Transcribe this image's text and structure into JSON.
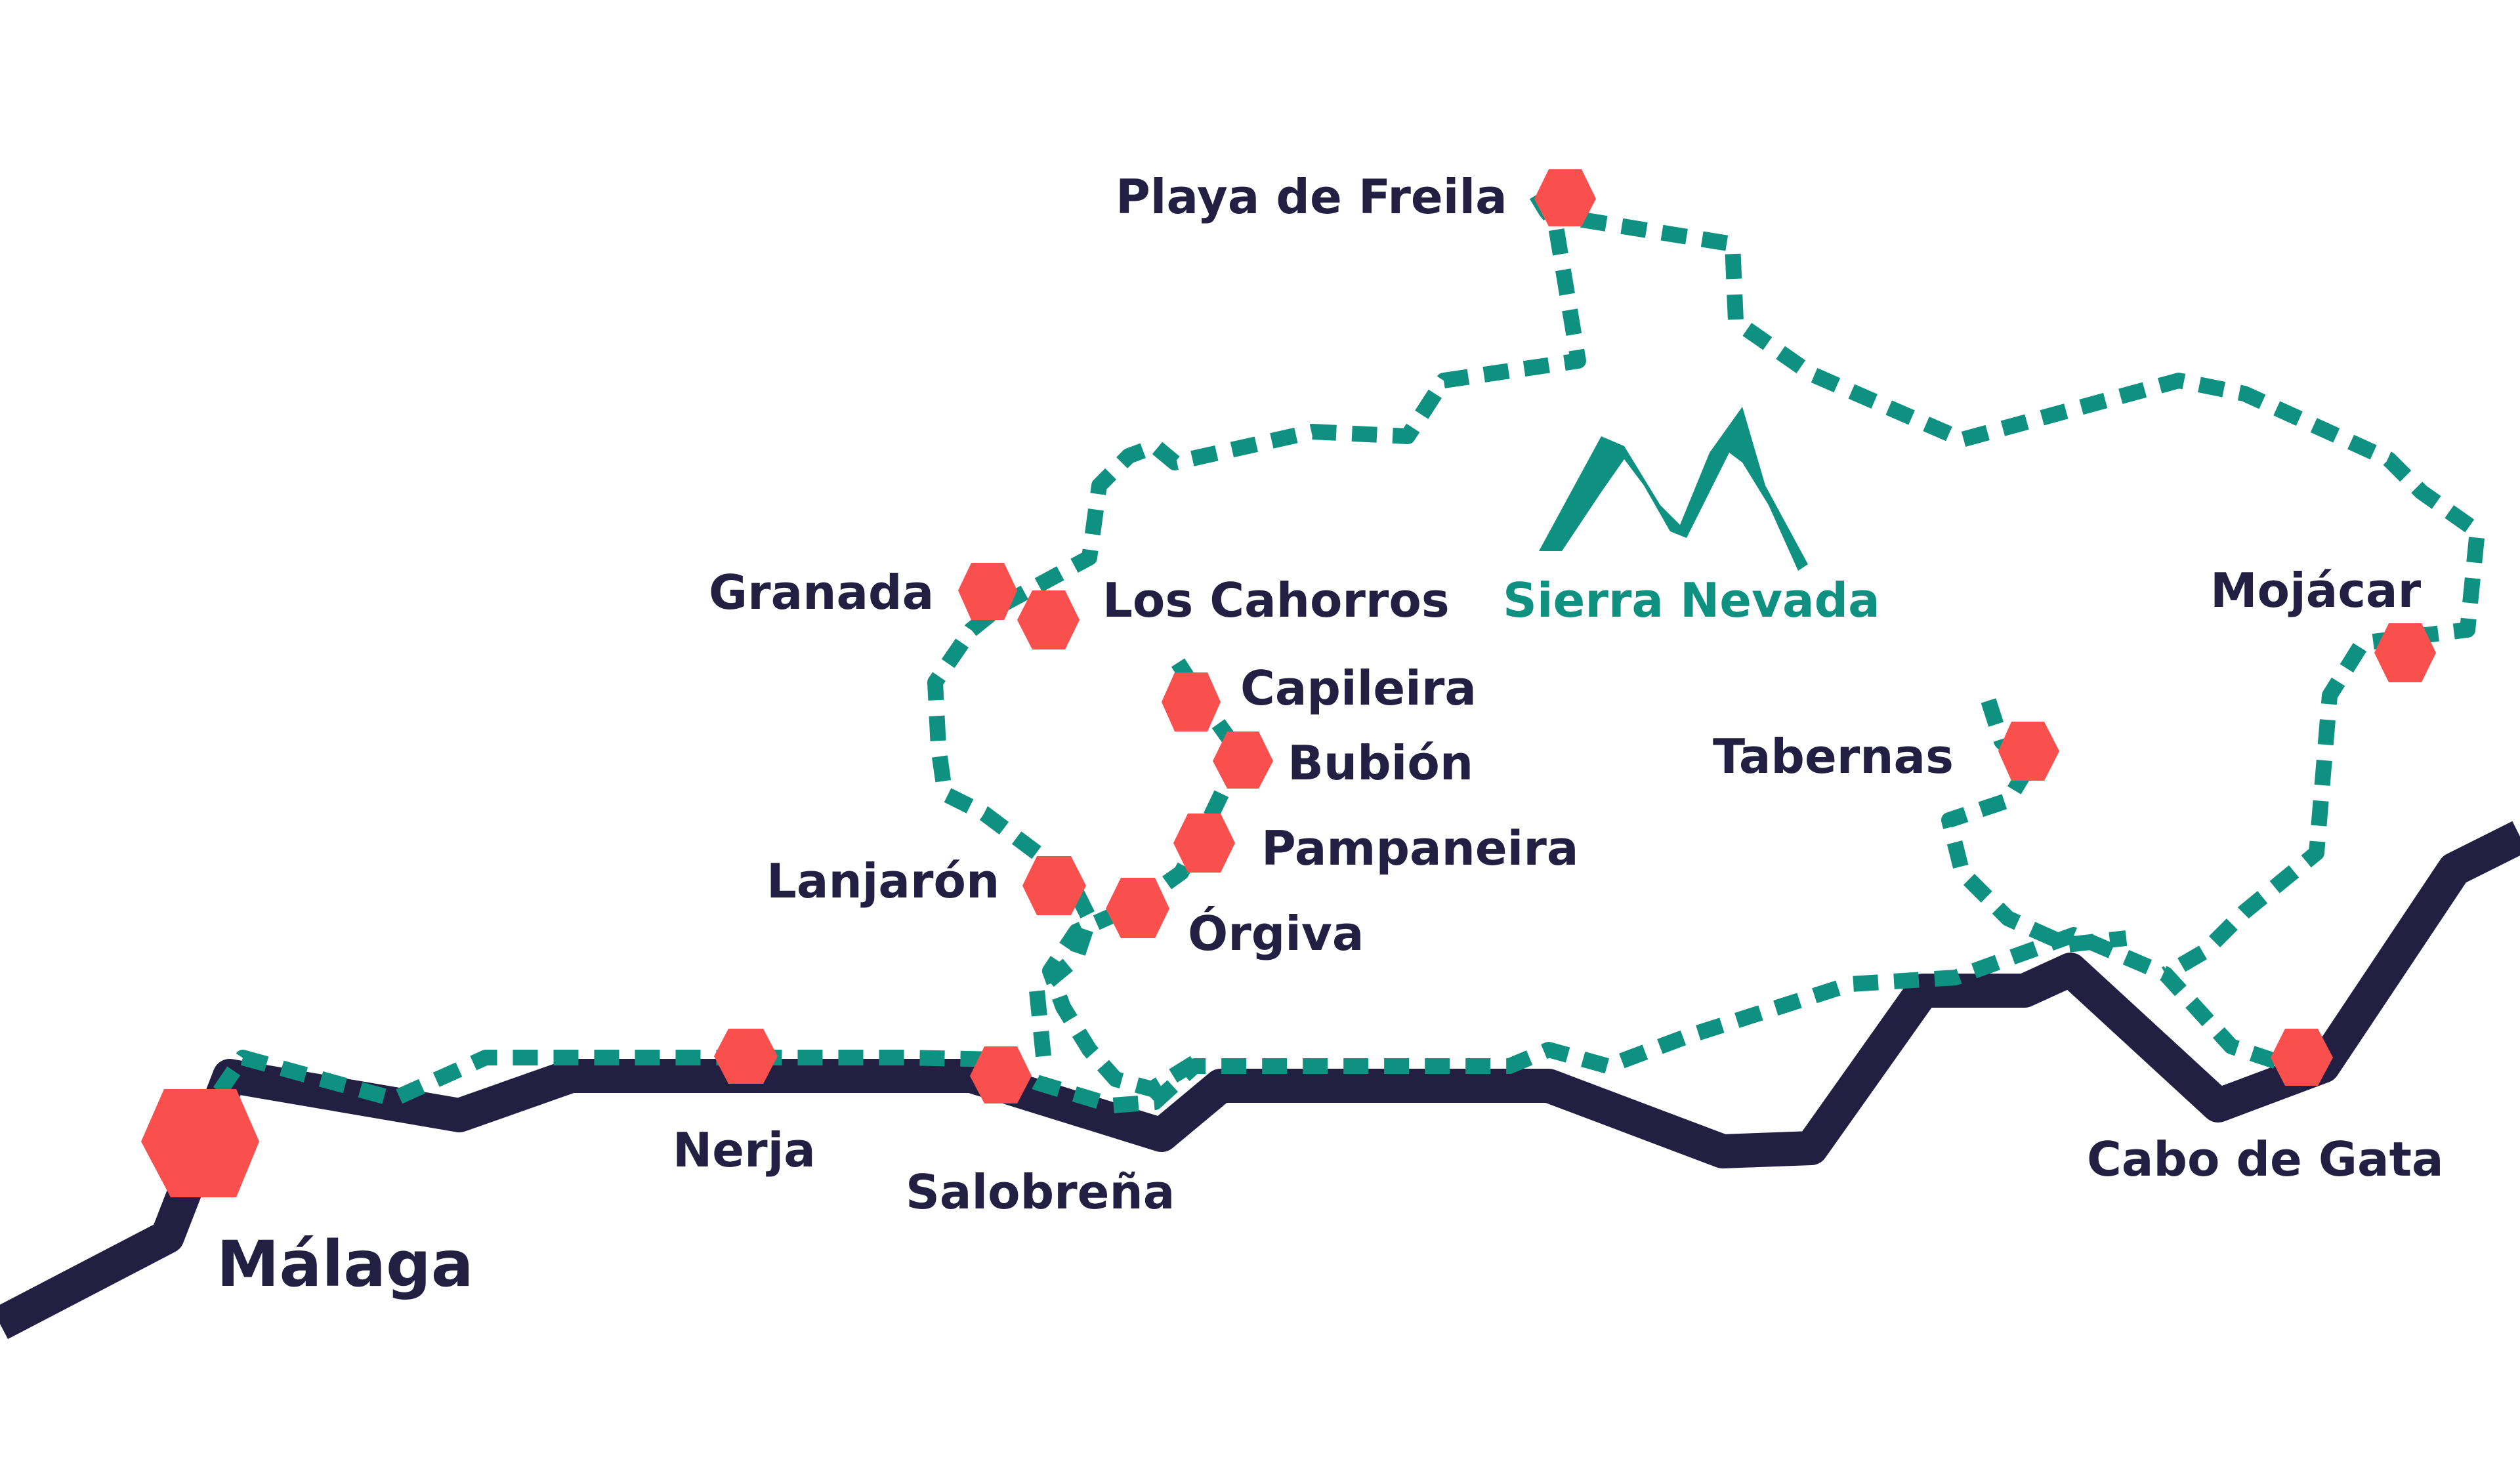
{
  "colors": {
    "coast": "#231f42",
    "route": "#0f9182",
    "marker": "#f9504d",
    "background": "#ffffff"
  },
  "region": {
    "name": "Sierra Nevada",
    "icon": "mountain-icon"
  },
  "places": {
    "malaga": "Málaga",
    "nerja": "Nerja",
    "salobrena": "Salobreña",
    "granada": "Granada",
    "los_cahorros": "Los Cahorros",
    "capileira": "Capileira",
    "bubion": "Bubión",
    "pampaneira": "Pampaneira",
    "lanjaron": "Lanjarón",
    "orgiva": "Órgiva",
    "playa_de_freila": "Playa de Freila",
    "tabernas": "Tabernas",
    "mojacar": "Mojácar",
    "cabo_de_gata": "Cabo de Gata"
  }
}
